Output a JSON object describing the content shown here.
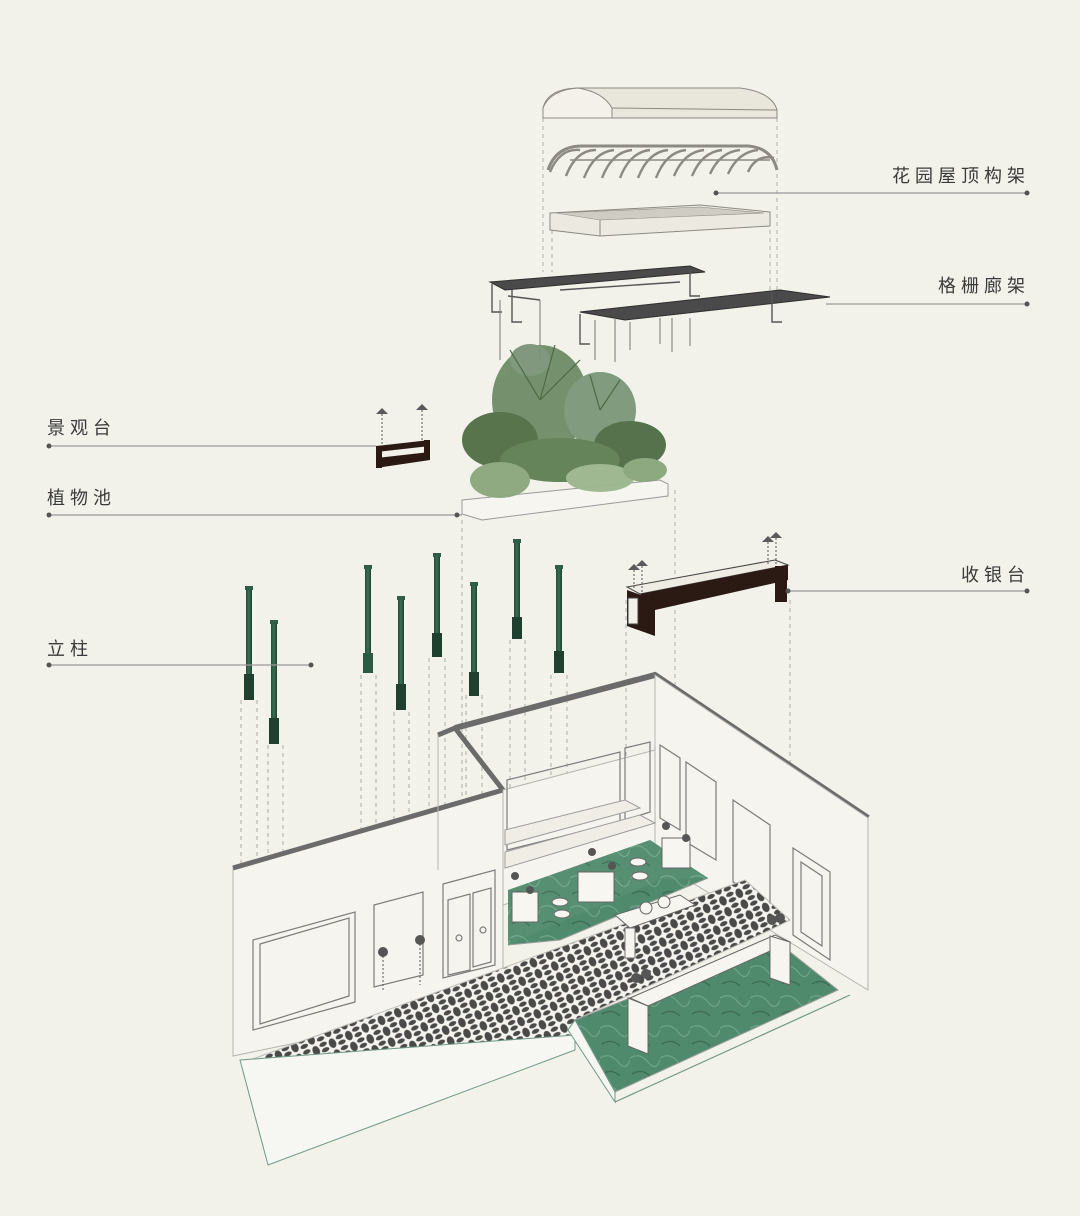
{
  "diagram": {
    "type": "exploded-axonometric",
    "background_color": "#f2f1ea",
    "accent_colors": {
      "column_green": "#2e5e45",
      "marble_green": "#4f8a6d",
      "tile_dark": "#4a4a4a",
      "wall_cap": "#6b6b6b",
      "counter_wood": "#2b1a14",
      "leader_line": "#9a9a9a",
      "plant_green": "#5d7d52"
    }
  },
  "labels": {
    "roof_frame": "花园屋顶构架",
    "pergola": "格栅廊架",
    "landscape_platform": "景观台",
    "planter": "植物池",
    "cashier_counter": "收银台",
    "columns": "立柱"
  },
  "components": [
    {
      "id": "roof-shell",
      "name": "vaulted roof shell"
    },
    {
      "id": "roof-ribs",
      "name": "arched roof ribs"
    },
    {
      "id": "roof-tray",
      "name": "roof base tray"
    },
    {
      "id": "pergola",
      "name": "grille pergola"
    },
    {
      "id": "planter",
      "name": "plant bed with palms"
    },
    {
      "id": "platform",
      "name": "landscape platform with lamps"
    },
    {
      "id": "counter",
      "name": "cashier counter with lamps"
    },
    {
      "id": "columns",
      "name": "green marble columns",
      "count": 8
    },
    {
      "id": "room",
      "name": "room shell with patterned tile floor"
    }
  ]
}
